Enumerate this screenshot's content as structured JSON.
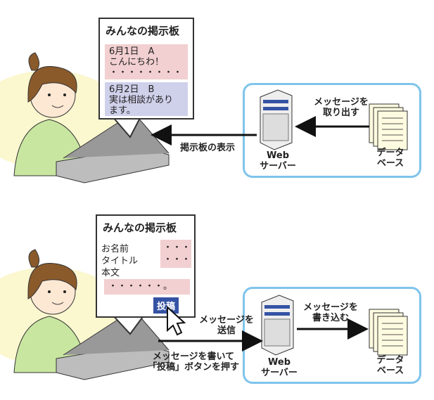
{
  "top": {
    "board_title": "みんなの掲示板",
    "posts": [
      {
        "header": "6月1日　A",
        "body": "こんにちわ！\n・・・・・・・・"
      },
      {
        "header": "6月2日　B",
        "body": "実は相談があり\nます。"
      }
    ],
    "arrow_retrieve_label": "メッセージを\n取り出す",
    "arrow_display_label": "掲示板の表示",
    "server_label": "Web\nサーバー",
    "database_label": "データ\nベース"
  },
  "bottom": {
    "board_title": "みんなの掲示板",
    "field_labels": [
      "お名前",
      "タイトル",
      "本文"
    ],
    "name_value": "・・・",
    "title_value": "・・・",
    "body_value": "・・・・・・。",
    "post_button": "投稿",
    "arrow_send_label": "メッセージを\n送信",
    "arrow_write_label": "メッセージを\n書き込む",
    "instruction_label": "メッセージを書いて\n「投稿」ボタンを押す",
    "server_label": "Web\nサーバー",
    "database_label": "データ\nベース"
  },
  "colors": {
    "network_border": "#7fc4ec",
    "post_pink": "#f2cfd0",
    "post_lavender": "#cfd0ea",
    "button": "#3553a4",
    "yellow_bg": "#fbf7cf"
  }
}
